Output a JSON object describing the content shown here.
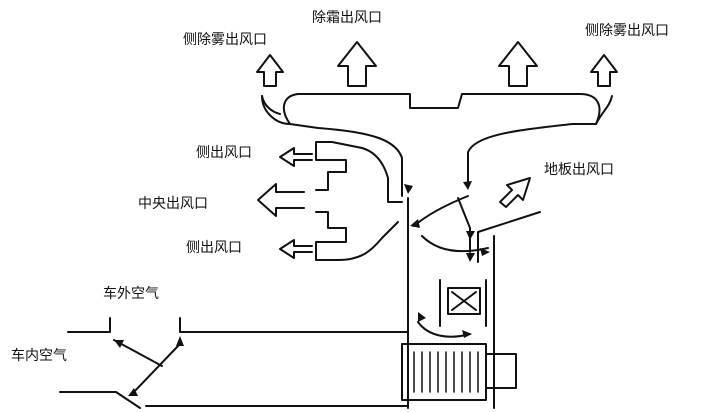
{
  "diagram": {
    "labels": {
      "side_defog_left": "侧除雾出风口",
      "defrost": "除霜出风口",
      "side_defog_right": "侧除雾出风口",
      "side_vent_top": "侧出风口",
      "center_vent": "中央出风口",
      "side_vent_bottom": "侧出风口",
      "floor_vent": "地板出风口",
      "outside_air": "车外空气",
      "inside_air": "车内空气"
    },
    "colors": {
      "line": "#111111",
      "background": "#ffffff"
    }
  }
}
